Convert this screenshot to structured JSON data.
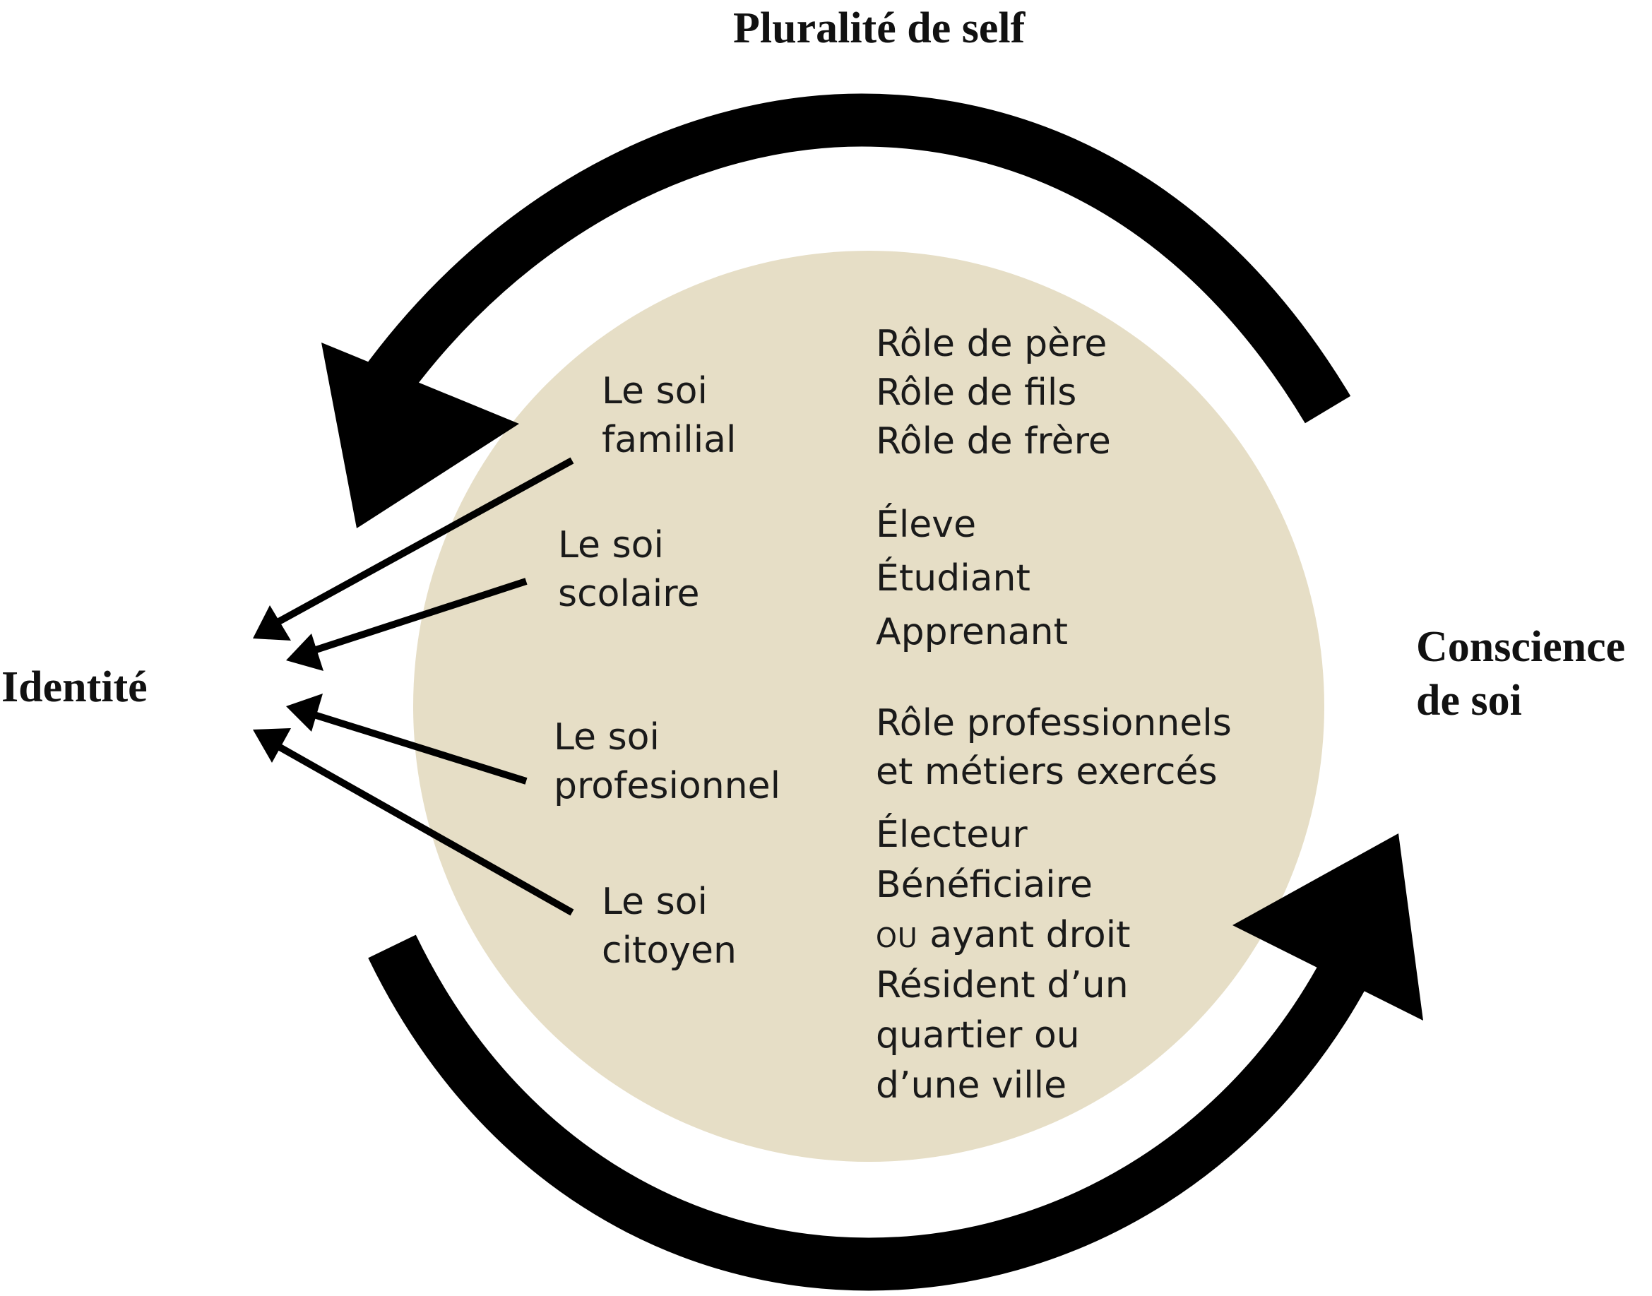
{
  "headings": {
    "top": "Pluralité de self",
    "left": "Identité",
    "right_line1": "Conscience",
    "right_line2": "de soi"
  },
  "selves": [
    {
      "line1": "Le soi",
      "line2": "familial"
    },
    {
      "line1": "Le soi",
      "line2": "scolaire"
    },
    {
      "line1": "Le soi",
      "line2": "profesionnel"
    },
    {
      "line1": "Le soi",
      "line2": "citoyen"
    }
  ],
  "roles": {
    "familial": [
      "Rôle de père",
      "Rôle de fils",
      "Rôle de frère"
    ],
    "scolaire": [
      "Éleve",
      "Étudiant",
      "Apprenant"
    ],
    "professionnel": [
      "Rôle professionnels",
      "et métiers exercés"
    ],
    "citoyen": [
      "Électeur",
      "Bénéficiaire",
      "ayant droit",
      "Résident d’un",
      "quartier ou",
      "d’une ville"
    ],
    "citoyen_ou": "OU"
  },
  "colors": {
    "circle_fill": "#e6dec6",
    "arrow": "#000000",
    "text": "#1a1a1a"
  }
}
